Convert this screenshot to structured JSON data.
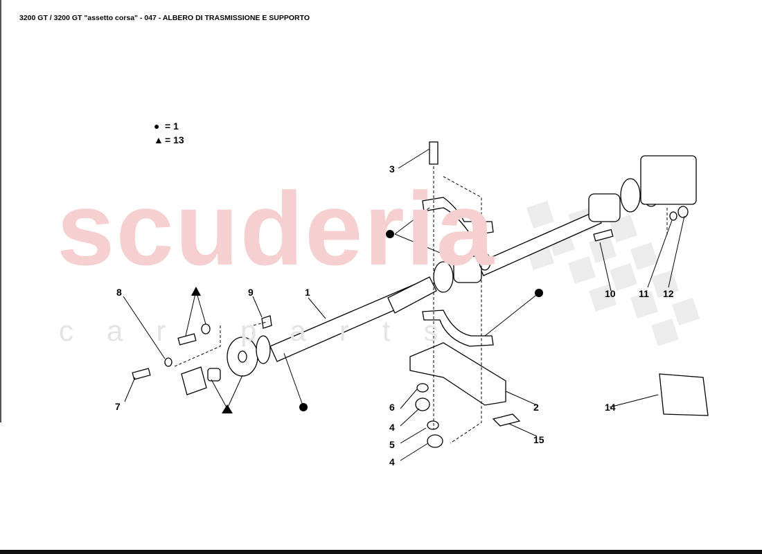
{
  "title": "3200 GT / 3200 GT \"assetto corsa\" - 047 - ALBERO DI TRASMISSIONE E SUPPORTO",
  "watermark": {
    "line1": "scuderia",
    "line2": "car parts"
  },
  "legend": [
    {
      "symbol": "circle",
      "glyph": "●",
      "text": "= 1"
    },
    {
      "symbol": "triangle",
      "glyph": "▲",
      "text": "= 13"
    }
  ],
  "callouts": [
    "1",
    "2",
    "3",
    "4",
    "4",
    "5",
    "6",
    "7",
    "8",
    "9",
    "10",
    "11",
    "12",
    "14",
    "15"
  ],
  "colors": {
    "watermark_red": "#f6d0d0",
    "watermark_gray": "#e4e4e4",
    "line": "#000000"
  }
}
